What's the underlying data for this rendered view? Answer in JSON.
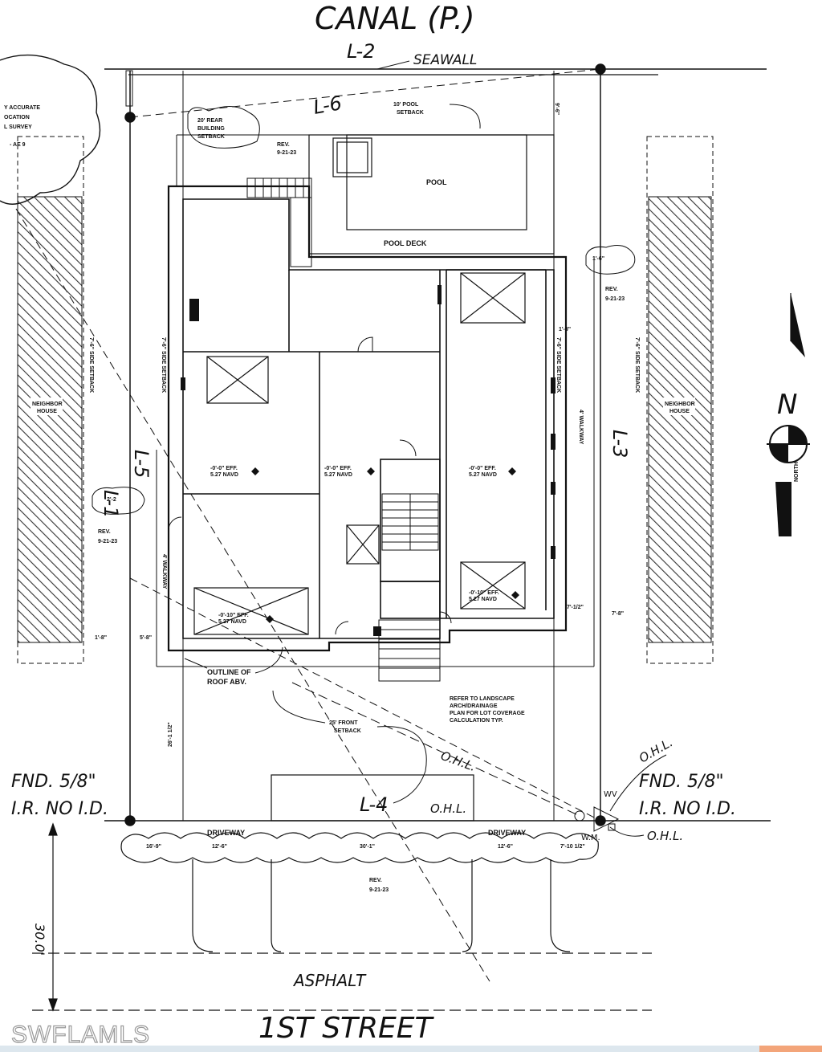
{
  "labels": {
    "canal": "CANAL (P.)",
    "seawall": "SEAWALL",
    "pool": "POOL",
    "pool_deck": "POOL DECK",
    "pool_setback": "10' POOL\nSETBACK",
    "rear_setback": "20' REAR\nBUILDING\nSETBACK",
    "front_setback": "25' FRONT\nSETBACK",
    "side_setback": "7'-6\" SIDE SETBACK",
    "walkway": "4' WALKWAY",
    "outline_roof": "OUTLINE OF\nROOF ABV.",
    "neighbor_house": "NEIGHBOR\nHOUSE",
    "driveway": "DRIVEWAY",
    "asphalt": "ASPHALT",
    "street": "1ST STREET",
    "fnd_left": "FND. 5/8\"\nI.R. NO I.D.",
    "fnd_right": "FND. 5/8\"\nI.R. NO I.D.",
    "ohl": "O.H.L.",
    "wm": "W.M.",
    "wv": "WV",
    "north_letter": "N",
    "north_word": "NORTH",
    "rev": "REV.\n9-21-23",
    "accurate_survey": "Y ACCURATE\nOCATION\nL SURVEY\n- AE 9",
    "landscape_note": "REFER TO LANDSCAPE\nARCH/DRAINAGE\nPLAN FOR LOT COVERAGE\nCALCULATION TYP.",
    "dim_30": "30.0'",
    "watermark": "SWFLAMLS"
  },
  "line_labels": [
    "L-1",
    "L-2",
    "L-3",
    "L-4",
    "L-5",
    "L-6"
  ],
  "dimensions": [
    "1'-8\"",
    "5'-8\"",
    "2'-2",
    "7'-8\"",
    "1'-6\"",
    "1'-8\"",
    "7'-1/2\"",
    "26'-1 1/2\"",
    "16'-9\"",
    "12'-6\"",
    "30'-1\"",
    "12'-6\"",
    "7'-10 1/2\"",
    "9'-6\""
  ],
  "elevations": [
    "-0'-0\" EFF.\n5.27 NAVD",
    "-0'-0\" EFF.\n5.27 NAVD",
    "-0'-0\" EFF.\n5.27 NAVD",
    "-0'-10\" EFF.\n5.27 NAVD",
    "-0'-10\" EFF.\n5.27 NAVD"
  ],
  "colors": {
    "line": "#111111",
    "hatch": "#333333",
    "background": "#ffffff"
  }
}
